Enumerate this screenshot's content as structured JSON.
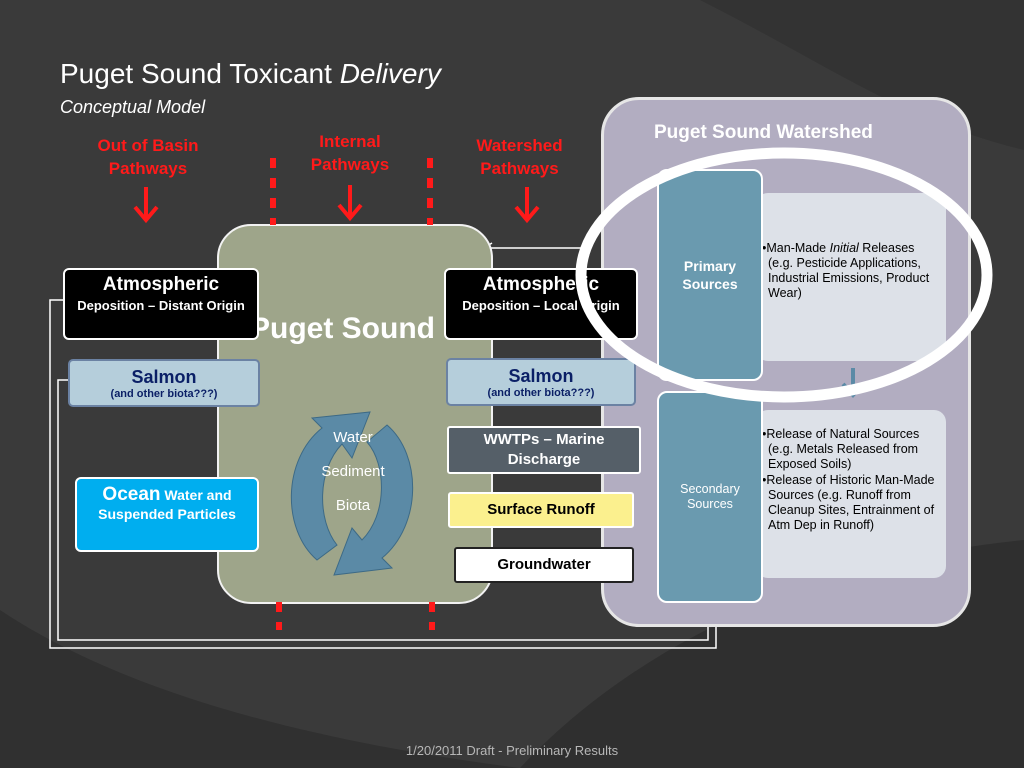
{
  "title": {
    "main": "Puget Sound Toxicant",
    "italic": "Delivery",
    "subtitle": "Conceptual Model"
  },
  "pathways": {
    "out_of_basin": "Out of Basin Pathways",
    "internal": "Internal Pathways",
    "watershed": "Watershed Pathways"
  },
  "left_column": {
    "atmospheric": {
      "title": "Atmospheric",
      "detail": "Deposition – Distant Origin"
    },
    "salmon": {
      "title": "Salmon",
      "detail": "(and other biota???)"
    },
    "ocean": {
      "title": "Ocean",
      "detail": "Water and Suspended Particles"
    }
  },
  "center": {
    "label": "Puget Sound",
    "cycle": [
      "Water",
      "Sediment",
      "Biota"
    ]
  },
  "right_column": {
    "atmospheric": {
      "title": "Atmospheric",
      "detail": "Deposition – Local Origin"
    },
    "salmon": {
      "title": "Salmon",
      "detail": "(and other biota???)"
    },
    "wwtp": "WWTPs – Marine Discharge",
    "runoff": "Surface Runoff",
    "groundwater": "Groundwater"
  },
  "watershed": {
    "title": "Puget Sound Watershed",
    "primary": {
      "label": "Primary Sources",
      "item_prefix": "Man-Made",
      "item_italic": "Initial",
      "item_rest": "Releases (e.g. Pesticide Applications, Industrial Emissions, Product Wear)"
    },
    "secondary": {
      "label": "Secondary Sources",
      "items": [
        "Release of Natural Sources (e.g. Metals Released from Exposed Soils)",
        "Release of Historic Man-Made Sources (e.g. Runoff from Cleanup Sites, Entrainment of Atm Dep in Runoff)"
      ]
    }
  },
  "footer": "1/20/2011 Draft - Preliminary Results",
  "colors": {
    "pathway_red": "#ff1a1a",
    "ocean_blue": "#00aeef",
    "puget_green": "#9ea58a",
    "watershed_lavender": "#b2adc1",
    "source_teal": "#6a9aaf"
  }
}
